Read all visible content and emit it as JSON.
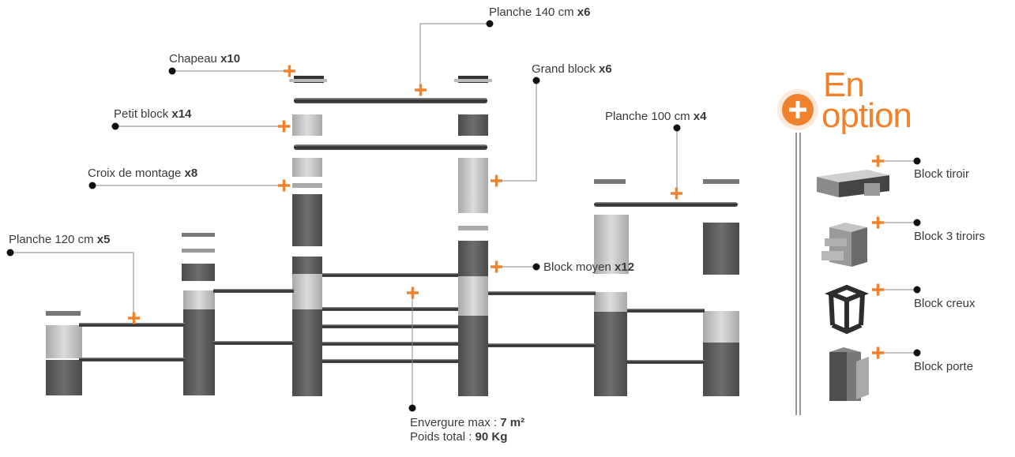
{
  "labels": {
    "planche140": {
      "text": "Planche 140 cm ",
      "qty": "x6"
    },
    "chapeau": {
      "text": "Chapeau ",
      "qty": "x10"
    },
    "grand_block": {
      "text": "Grand block ",
      "qty": "x6"
    },
    "petit_block": {
      "text": "Petit block ",
      "qty": "x14"
    },
    "planche100": {
      "text": "Planche 100 cm ",
      "qty": "x4"
    },
    "croix": {
      "text": "Croix de montage ",
      "qty": "x8"
    },
    "planche120": {
      "text": "Planche 120 cm ",
      "qty": "x5"
    },
    "block_moyen": {
      "text": "Block moyen ",
      "qty": "x12"
    }
  },
  "summary": {
    "envergure_label": "Envergure max : ",
    "envergure_value": "7 m²",
    "poids_label": "Poids total : ",
    "poids_value": "90 Kg"
  },
  "option": {
    "title_line1": "En",
    "title_line2": "option",
    "items": [
      {
        "label": "Block tiroir",
        "icon": "drawer-block-icon"
      },
      {
        "label": "Block 3 tiroirs",
        "icon": "three-drawer-block-icon"
      },
      {
        "label": "Block creux",
        "icon": "hollow-block-icon"
      },
      {
        "label": "Block porte",
        "icon": "door-block-icon"
      }
    ]
  },
  "colors": {
    "accent": "#f0822d",
    "leader_line": "#888888",
    "dot": "#111111",
    "block_dark": "#5a5a5a",
    "block_light": "#bdbdbd",
    "plank": "#2b2b2b"
  }
}
